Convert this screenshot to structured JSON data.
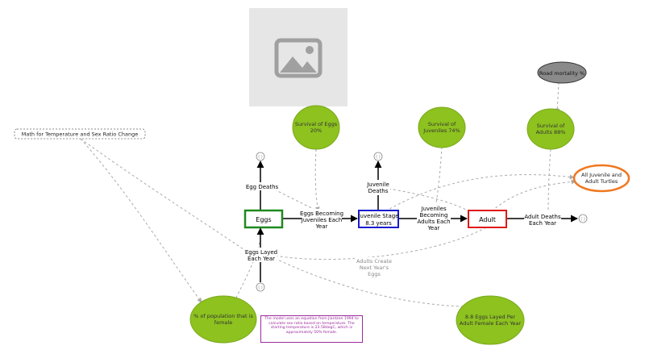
{
  "stocks": {
    "eggs": "Eggs",
    "juvenile_stage": [
      "Juvenile Stage",
      "8.3 years"
    ],
    "adult": "Adult"
  },
  "flows": {
    "egg_deaths": "Egg Deaths",
    "eggs_becoming_juveniles": [
      "Eggs Becoming",
      "Juveniles Each",
      "Year"
    ],
    "juvenile_deaths": [
      "Juvenile",
      "Deaths"
    ],
    "juveniles_becoming_adults": [
      "Juveniles",
      "Becoming",
      "Adults Each",
      "Year"
    ],
    "adult_deaths": [
      "Adult Deaths",
      "Each Year"
    ],
    "eggs_layed": [
      "Eggs Layed",
      "Each Year"
    ]
  },
  "variables": {
    "survival_eggs": [
      "Survival of Eggs",
      "20%"
    ],
    "survival_juveniles": [
      "Survival of",
      "Juveniles 74%"
    ],
    "survival_adults": [
      "Survival of",
      "Adults 88%"
    ],
    "road_mortality": "Road mortality %",
    "all_turtles": [
      "All Juvenile and",
      "Adult Turtles"
    ],
    "pct_female": [
      "% of population that is",
      "female"
    ],
    "eggs_per_female": [
      "8.8 Eggs Layed Per",
      "Adult Female Each Year"
    ],
    "math_temp": "Math for Temperature and Sex Ratio Change",
    "adults_create": [
      "Adults Create",
      "Next Year's",
      "Eggs"
    ]
  },
  "note_text": "The model uses an equation from Jiantzen 1994 to calculate sex ratio based on temperature. The starting temperature is 23.58degC, which is approximately 50% female.",
  "colors": {
    "eggs_stock": "#1e8a1e",
    "juvenile_stock": "#1a1ad0",
    "adult_stock": "#e01a1a",
    "variable_fill": "#8dc21f",
    "converter_fill": "#8a8a8a",
    "highlight_outline": "#f07820",
    "link": "#aaaaaa",
    "note_border": "#9c2a9c",
    "placeholder": "#e6e6e6"
  },
  "icons": {
    "image_placeholder": "image-placeholder-icon",
    "cloud": "cloud-source-sink-icon"
  }
}
